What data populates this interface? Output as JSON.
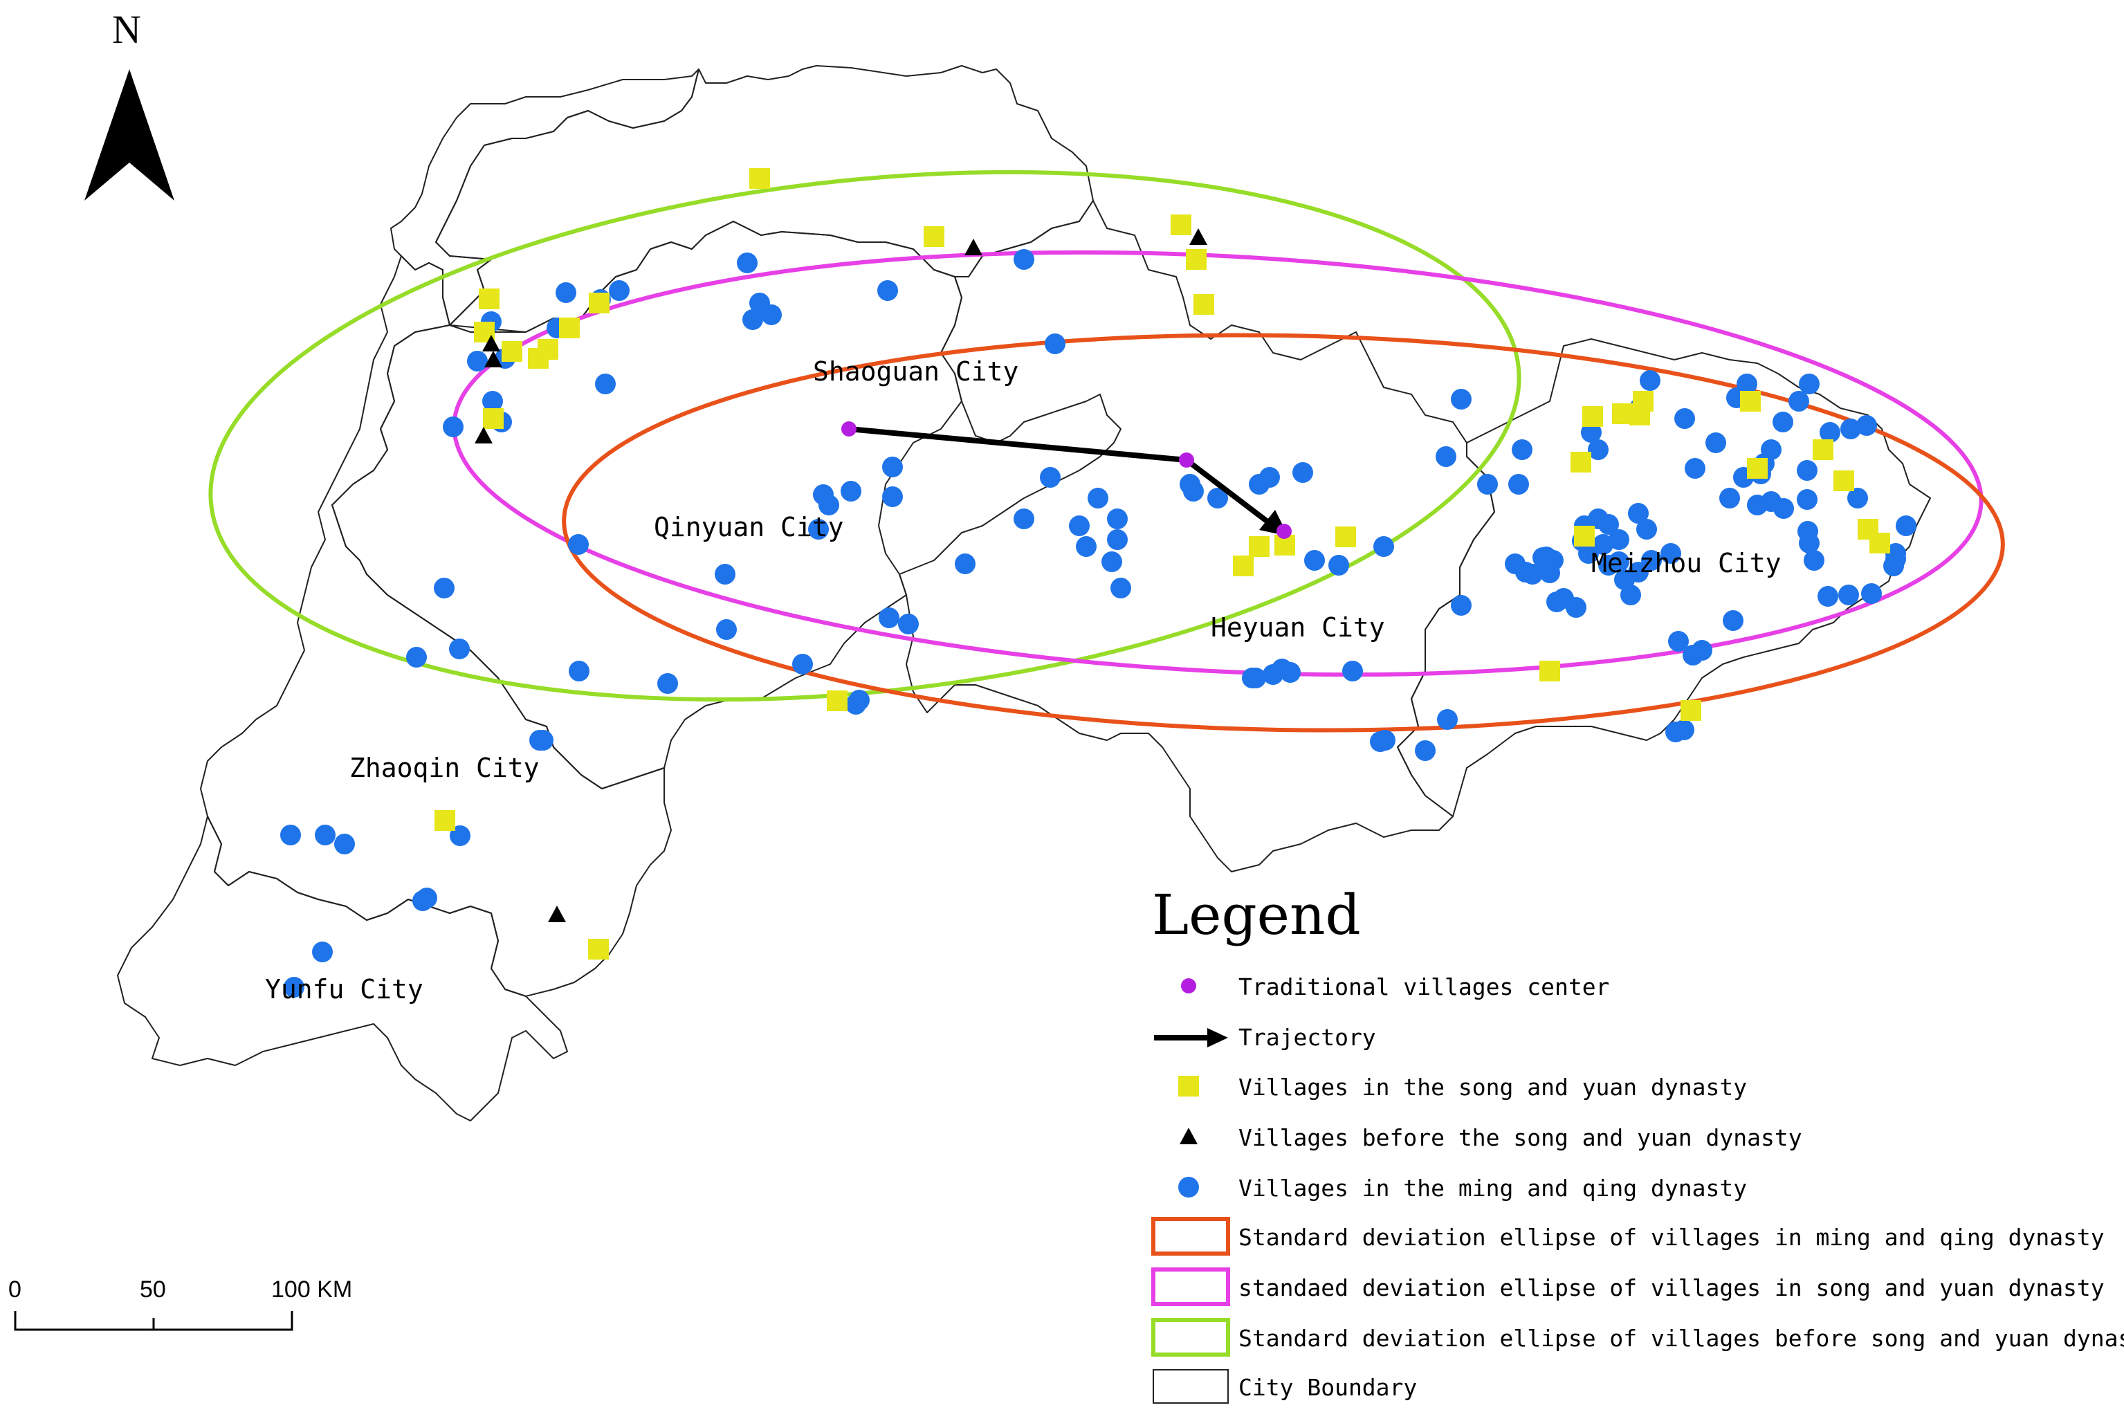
{
  "north_label": "N",
  "cities": [
    {
      "name": "Shaoguan City"
    },
    {
      "name": "Qinyuan City"
    },
    {
      "name": "Heyuan City"
    },
    {
      "name": "Meizhou City"
    },
    {
      "name": "Zhaoqin City"
    },
    {
      "name": "Yunfu City"
    }
  ],
  "legend": {
    "title": "Legend",
    "items": [
      {
        "label": "Traditional villages center",
        "symbol": "center-dot"
      },
      {
        "label": "Trajectory",
        "symbol": "arrow"
      },
      {
        "label": "Villages in the song and yuan dynasty",
        "symbol": "square"
      },
      {
        "label": "Villages before the song and yuan dynasty",
        "symbol": "triangle"
      },
      {
        "label": "Villages in the ming and qing dynasty",
        "symbol": "circle"
      },
      {
        "label": "Standard deviation ellipse of villages in ming and qing dynasty",
        "symbol": "orange-rect"
      },
      {
        "label": "standaed deviation ellipse of villages in song and yuan dynasty",
        "symbol": "magenta-rect"
      },
      {
        "label": "Standard deviation ellipse of villages before song and yuan dynasty",
        "symbol": "green-rect"
      },
      {
        "label": "City Boundary",
        "symbol": "boundary-rect"
      }
    ]
  },
  "scale": {
    "ticks": [
      "0",
      "50",
      "100 KM"
    ]
  },
  "colors": {
    "ming_qing": "#1f74ea",
    "song_yuan": "#e6e61a",
    "before_song": "#000000",
    "center": "#b41ee0",
    "ellipse_ming_qing": "#e8521a",
    "ellipse_song_yuan": "#e640e6",
    "ellipse_before_song": "#96dc28",
    "boundary": "#222222"
  }
}
